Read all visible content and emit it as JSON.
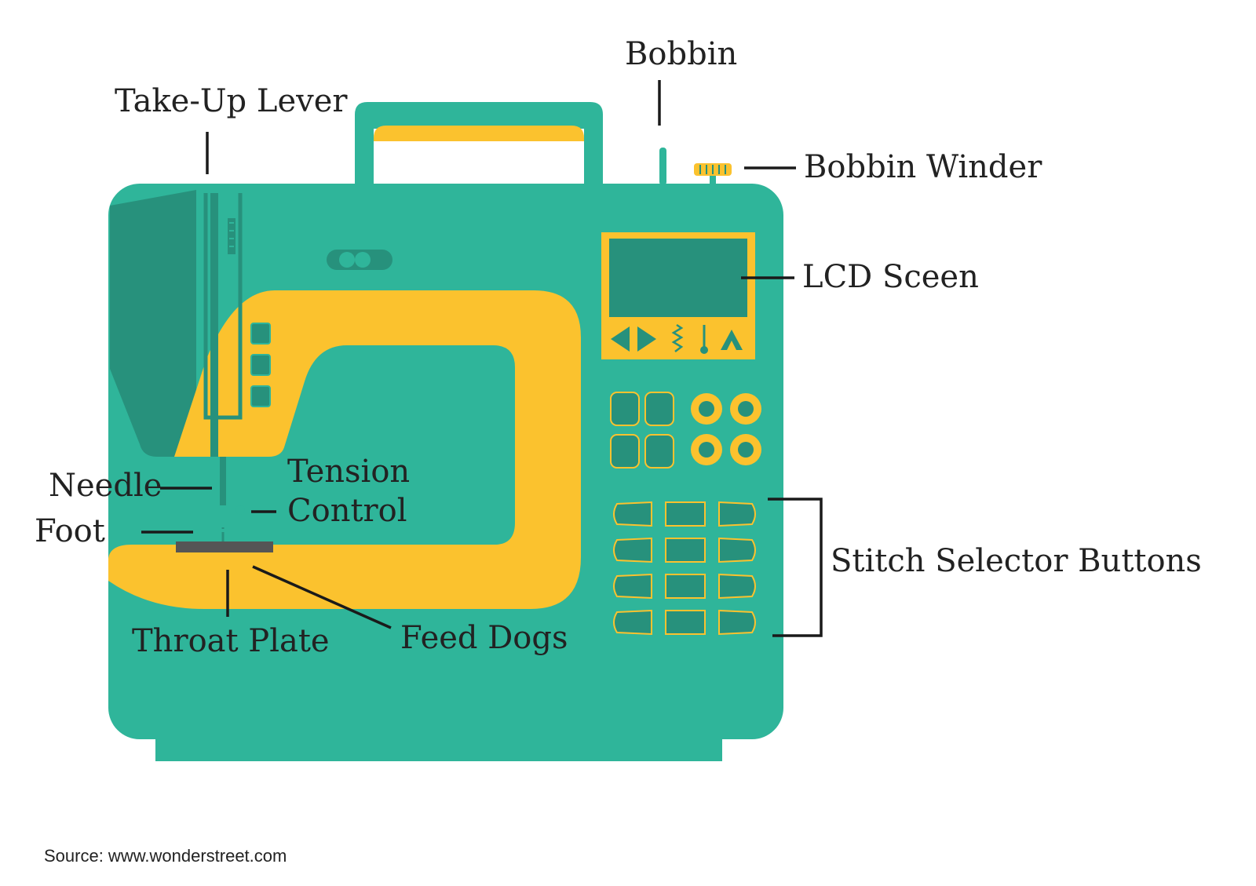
{
  "labels": {
    "take_up_lever": "Take-Up Lever",
    "bobbin": "Bobbin",
    "bobbin_winder": "Bobbin Winder",
    "lcd_screen": "LCD Sceen",
    "needle": "Needle",
    "tension_line1": "Tension",
    "tension_line2": "Control",
    "foot": "Foot",
    "stitch_selector_buttons": "Stitch Selector Buttons",
    "throat_plate": "Throat Plate",
    "feed_dogs": "Feed Dogs"
  },
  "source": "Source: www.wonderstreet.com",
  "colors": {
    "body_teal": "#2fb59a",
    "dark_teal": "#27917c",
    "yellow": "#fbc22e",
    "plate_gray": "#555555"
  },
  "icons": [
    "left-arrow-icon",
    "right-arrow-icon",
    "zigzag-stitch-icon",
    "needle-stitch-icon",
    "up-arrow-icon"
  ]
}
